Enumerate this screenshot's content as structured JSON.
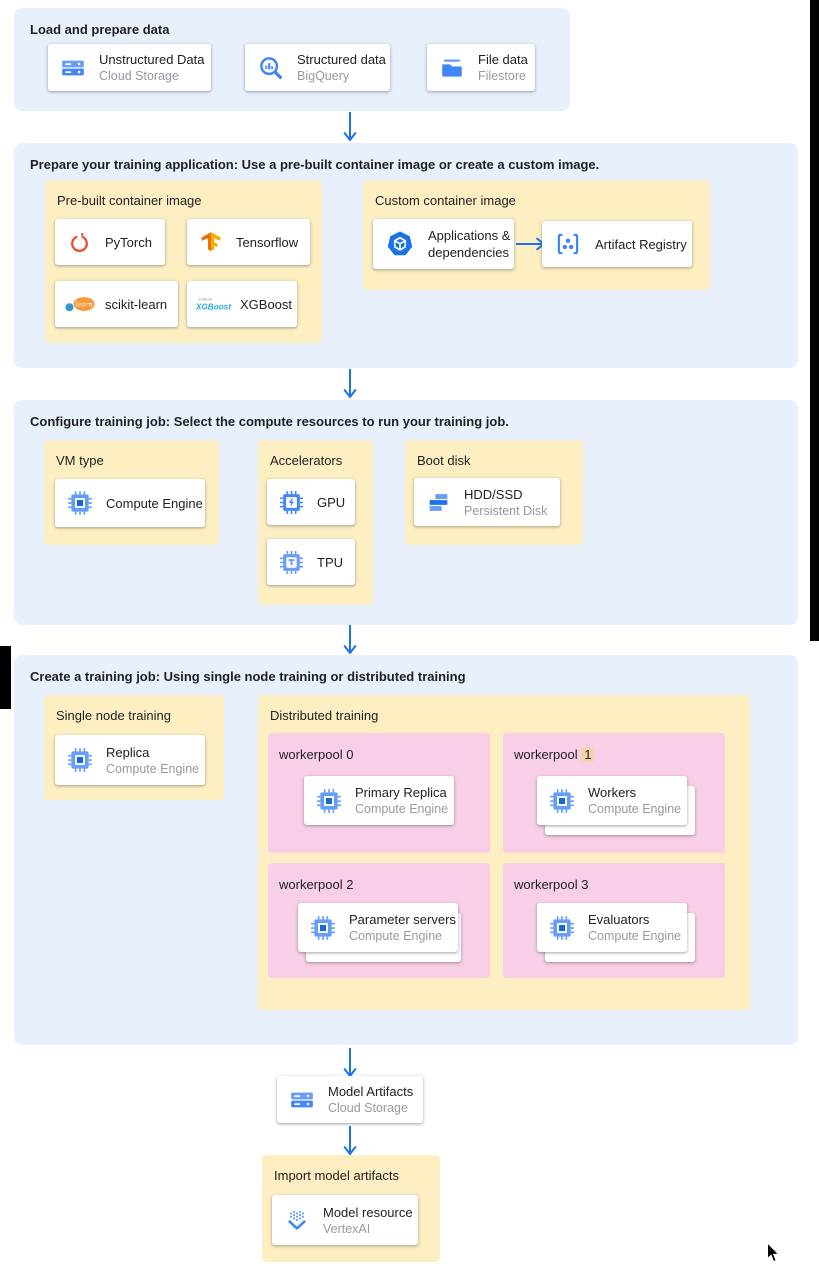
{
  "colors": {
    "panel_blue": "#e8f0fe",
    "box_yellow": "#feefc3",
    "box_pink": "#f9cfe8",
    "arrow_blue": "#1a73e8",
    "text_dark": "#202124",
    "text_gray": "#949aa0",
    "highlight_peach": "#f5d4ab"
  },
  "flow": {
    "section1": {
      "title": "Load and prepare data",
      "cards": [
        {
          "title": "Unstructured Data",
          "subtitle": "Cloud Storage",
          "icon": "cloud-storage-icon"
        },
        {
          "title": "Structured data",
          "subtitle": "BigQuery",
          "icon": "bigquery-icon"
        },
        {
          "title": "File data",
          "subtitle": "Filestore",
          "icon": "filestore-icon"
        }
      ]
    },
    "section2": {
      "title": "Prepare your training application: Use a pre-built container image or create a custom image.",
      "prebuilt": {
        "label": "Pre-built container image",
        "cards": [
          {
            "title": "PyTorch",
            "icon": "pytorch-icon"
          },
          {
            "title": "Tensorflow",
            "icon": "tensorflow-icon"
          },
          {
            "title": "scikit-learn",
            "icon": "scikit-learn-icon"
          },
          {
            "title": "XGBoost",
            "icon": "xgboost-icon"
          }
        ]
      },
      "custom": {
        "label": "Custom container image",
        "app_card": {
          "line1": "Applications &",
          "line2": "dependencies",
          "icon": "applications-dependencies-icon"
        },
        "registry_card": {
          "title": "Artifact Registry",
          "icon": "artifact-registry-icon"
        }
      }
    },
    "section3": {
      "title": "Configure training job: Select the compute resources to run your training job.",
      "vm": {
        "label": "VM type",
        "card": {
          "title": "Compute Engine",
          "icon": "compute-engine-icon"
        }
      },
      "accelerators": {
        "label": "Accelerators",
        "cards": [
          {
            "title": "GPU",
            "icon": "gpu-icon"
          },
          {
            "title": "TPU",
            "icon": "tpu-icon"
          }
        ]
      },
      "boot": {
        "label": "Boot disk",
        "card": {
          "title": "HDD/SSD",
          "subtitle": "Persistent Disk",
          "icon": "persistent-disk-icon"
        }
      }
    },
    "section4": {
      "title": "Create a training job: Using single node training or distributed training",
      "single": {
        "label": "Single node training",
        "card": {
          "title": "Replica",
          "subtitle": "Compute Engine",
          "icon": "compute-engine-icon"
        }
      },
      "distributed": {
        "label": "Distributed training",
        "workerpools": [
          {
            "name": "workerpool",
            "num": "0",
            "card": {
              "title": "Primary Replica",
              "subtitle": "Compute Engine",
              "icon": "compute-engine-icon"
            }
          },
          {
            "name": "workerpool",
            "num": "1",
            "card": {
              "title": "Workers",
              "subtitle": "Compute Engine",
              "icon": "compute-engine-icon"
            }
          },
          {
            "name": "workerpool",
            "num": "2",
            "card": {
              "title": "Parameter servers",
              "subtitle": "Compute Engine",
              "icon": "compute-engine-icon"
            }
          },
          {
            "name": "workerpool",
            "num": "3",
            "card": {
              "title": "Evaluators",
              "subtitle": "Compute Engine",
              "icon": "compute-engine-icon"
            }
          }
        ]
      }
    },
    "model_artifacts_card": {
      "title": "Model Artifacts",
      "subtitle": "Cloud Storage",
      "icon": "cloud-storage-icon"
    },
    "import_box": {
      "label": "Import model artifacts",
      "card": {
        "title": "Model resource",
        "subtitle": "VertexAI",
        "icon": "vertex-ai-icon"
      }
    }
  }
}
